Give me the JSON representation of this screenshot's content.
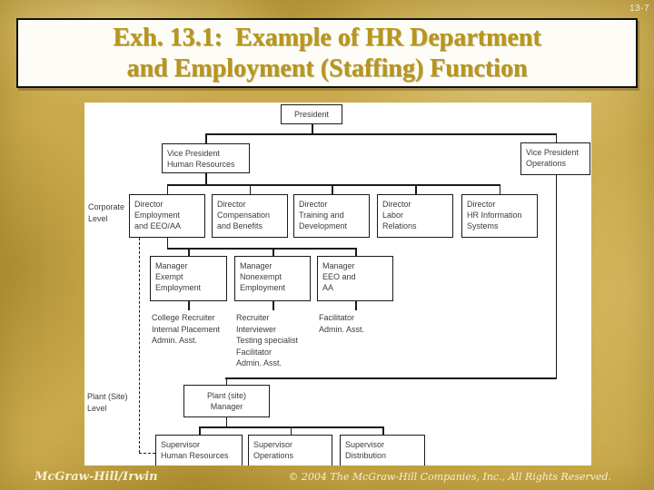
{
  "slide": {
    "page_number": "13-7",
    "title_line1": "Exh. 13.1:  Example of HR Department",
    "title_line2": "and Employment (Staffing) Function",
    "footer_left": "McGraw-Hill/Irwin",
    "footer_right": "© 2004 The McGraw-Hill Companies, Inc., All Rights Reserved."
  },
  "colors": {
    "background_gold": "#c9a94b",
    "title_text_gold": "#b8961a",
    "panel_white": "#ffffff",
    "line_black": "#1a1a1a",
    "footer_cream": "#f6efd2"
  },
  "chart": {
    "type": "org-chart",
    "level_labels": {
      "corporate": [
        "Corporate",
        "Level"
      ],
      "plant": [
        "Plant (Site)",
        "Level"
      ]
    },
    "nodes": {
      "president": [
        "President"
      ],
      "vp_hr": [
        "Vice President",
        "Human Resources"
      ],
      "vp_ops": [
        "Vice President",
        "Operations"
      ],
      "dir_employment": [
        "Director",
        "Employment",
        "and EEO/AA"
      ],
      "dir_comp": [
        "Director",
        "Compensation",
        "and Benefits"
      ],
      "dir_training": [
        "Director",
        "Training and",
        "Development"
      ],
      "dir_labor": [
        "Director",
        "Labor",
        "Relations"
      ],
      "dir_hris": [
        "Director",
        "HR Information",
        "Systems"
      ],
      "mgr_exempt": [
        "Manager",
        "Exempt",
        "Employment"
      ],
      "mgr_nonexempt": [
        "Manager",
        "Nonexempt",
        "Employment"
      ],
      "mgr_eeo": [
        "Manager",
        "EEO and",
        "AA"
      ],
      "plant_mgr": [
        "Plant (site)",
        "Manager"
      ],
      "sup_hr": [
        "Supervisor",
        "Human Resources"
      ],
      "sup_ops": [
        "Supervisor",
        "Operations"
      ],
      "sup_dist": [
        "Supervisor",
        "Distribution"
      ]
    },
    "staff_lists": {
      "exempt_staff": [
        "College Recruiter",
        "Internal Placement",
        "Admin. Asst."
      ],
      "nonexempt_staff": [
        "Recruiter",
        "Interviewer",
        "Testing specialist",
        "Facilitator",
        "Admin. Asst."
      ],
      "eeo_staff": [
        "Facilitator",
        "Admin. Asst."
      ]
    }
  }
}
